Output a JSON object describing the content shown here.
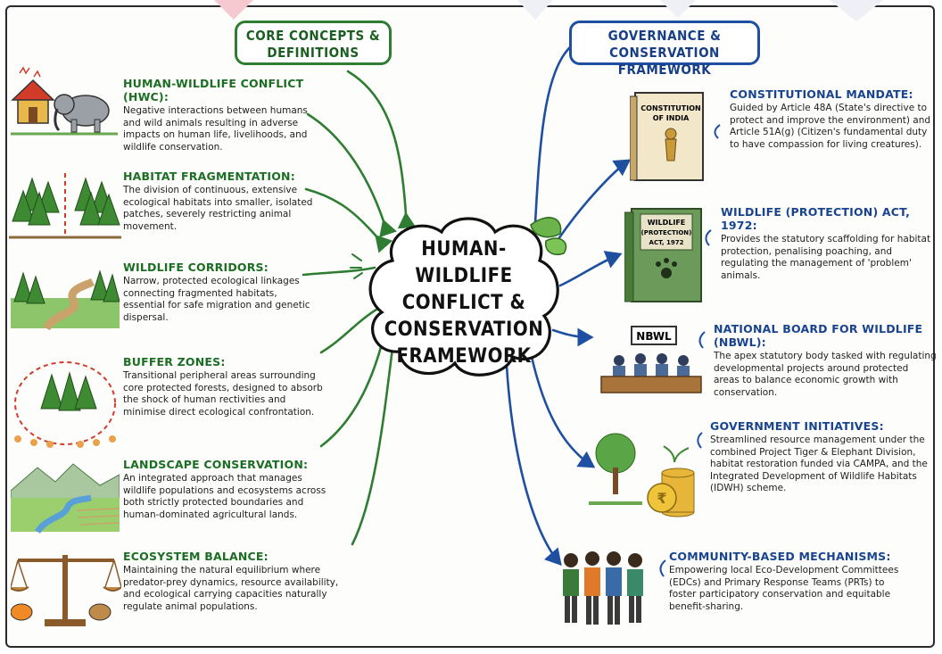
{
  "center": {
    "lines": [
      "HUMAN-WILDLIFE",
      "CONFLICT &",
      "CONSERVATION",
      "FRAMEWORK"
    ]
  },
  "left": {
    "header": [
      "CORE CONCEPTS &",
      "DEFINITIONS"
    ],
    "items": [
      {
        "title": "Human-Wildlife Conflict (HWC):",
        "desc": "Negative interactions between humans and wild animals resulting in adverse impacts on human life, livelihoods, and wildlife conservation.",
        "icon": "elephant-house-icon"
      },
      {
        "title": "Habitat Fragmentation:",
        "desc": "The division of continuous, extensive ecological habitats into smaller, isolated patches, severely restricting animal movement.",
        "icon": "split-forest-icon"
      },
      {
        "title": "Wildlife Corridors:",
        "desc": "Narrow, protected ecological linkages connecting fragmented habitats, essential for safe migration and genetic dispersal.",
        "icon": "corridor-path-icon"
      },
      {
        "title": "Buffer Zones:",
        "desc": "Transitional peripheral areas surrounding core protected forests, designed to absorb the shock of human rectivities and minimise direct ecological confrontation.",
        "icon": "buffer-ring-icon"
      },
      {
        "title": "Landscape Conservation:",
        "desc": "An integrated approach that manages wildlife populations and ecosystems across both strictly protected boundaries and human-dominated agricultural lands.",
        "icon": "landscape-icon"
      },
      {
        "title": "Ecosystem Balance:",
        "desc": "Maintaining the natural equilibrium where predator-prey dynamics, resource availability, and ecological carrying capacities naturally regulate animal populations.",
        "icon": "balance-scale-icon"
      }
    ]
  },
  "right": {
    "header": [
      "GOVERNANCE &",
      "CONSERVATION FRAMEWORK"
    ],
    "items": [
      {
        "title": "Constitutional Mandate:",
        "desc": "Guided by Article 48A (State's directive to protect and improve the environment) and Article 51A(g) (Citizen's fundamental duty to have compassion for living creatures).",
        "icon": "constitution-book-icon"
      },
      {
        "title": "Wildlife (Protection) Act, 1972:",
        "desc": "Provides the statutory scaffolding for habitat protection, penalising poaching, and regulating the management of 'problem' animals.",
        "icon": "wildlife-act-book-icon"
      },
      {
        "title": "National Board for Wildlife (NBWL):",
        "desc": "The apex statutory body tasked with regulating developmental projects around protected areas to balance economic growth with conservation.",
        "icon": "board-meeting-icon"
      },
      {
        "title": "Government Initiatives:",
        "desc": "Streamlined resource management under the combined Project Tiger & Elephant Division, habitat restoration funded via CAMPA, and the Integrated Development of Wildlife Habitats (IDWH) scheme.",
        "icon": "funding-tree-icon"
      },
      {
        "title": "Community-Based Mechanisms:",
        "desc": "Empowering local Eco-Development Committees (EDCs) and Primary Response Teams (PRTs) to foster participatory conservation and equitable benefit-sharing.",
        "icon": "community-people-icon"
      }
    ]
  },
  "book_labels": {
    "constitution": [
      "CONSTITUTION",
      "OF INDIA"
    ],
    "wildlife_act": [
      "WILDLIFE",
      "(PROTECTION)",
      "ACT, 1972"
    ],
    "board_sign": "NBWL"
  },
  "colors": {
    "green": "#2e7d32",
    "blue": "#1e4fa0",
    "watermark": "#f6d9dc"
  }
}
